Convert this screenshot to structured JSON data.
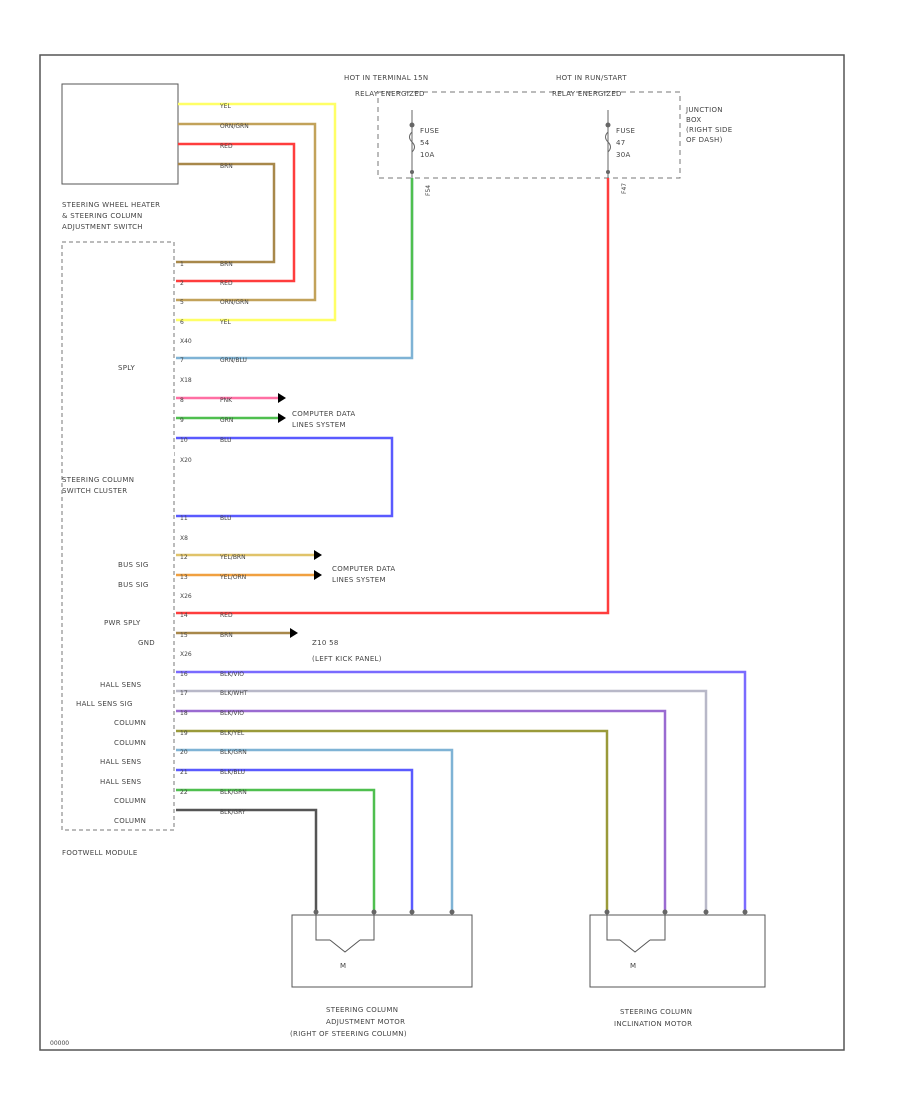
{
  "labels": {
    "hot_terminal": "HOT IN TERMINAL 15N",
    "relay_energized_1": "RELAY ENERGIZED",
    "hot_run_start": "HOT IN RUN/START",
    "relay_energized_2": "RELAY ENERGIZED",
    "junction_box_1": "JUNCTION",
    "junction_box_2": "BOX",
    "junction_box_3": "(RIGHT SIDE",
    "junction_box_4": "OF DASH)",
    "fuse1_a": "FUSE",
    "fuse1_b": "54",
    "fuse1_c": "10A",
    "fuse2_a": "FUSE",
    "fuse2_b": "47",
    "fuse2_c": "30A",
    "steer_wheel_1": "STEERING WHEEL HEATER",
    "steer_wheel_2": "& STEERING COLUMN",
    "steer_wheel_3": "ADJUSTMENT SWITCH",
    "sply": "SPLY",
    "cdl_1a": "COMPUTER DATA",
    "cdl_1b": "LINES SYSTEM",
    "switch_cluster_1": "STEERING COLUMN",
    "switch_cluster_2": "SWITCH CLUSTER",
    "bus_sig_1": "BUS SIG",
    "bus_sig_2": "BUS SIG",
    "cdl_2a": "COMPUTER DATA",
    "cdl_2b": "LINES SYSTEM",
    "pwr_sply": "PWR SPLY",
    "gnd": "GND",
    "ground_a": "Z10 58",
    "ground_b": "(LEFT KICK PANEL)",
    "hall_sens_1": "HALL SENS",
    "hall_sens_sig": "HALL SENS SIG",
    "column_1": "COLUMN",
    "column_2": "COLUMN",
    "hall_sens_2": "HALL SENS",
    "hall_sens_3": "HALL SENS",
    "column_3": "COLUMN",
    "column_4": "COLUMN",
    "footwell": "FOOTWELL MODULE",
    "motor1_a": "STEERING COLUMN",
    "motor1_b": "ADJUSTMENT MOTOR",
    "motor1_c": "(RIGHT OF STEERING COLUMN)",
    "motor2_a": "STEERING COLUMN",
    "motor2_b": "INCLINATION MOTOR",
    "motor_m1": "M",
    "motor_m2": "M",
    "corner_id": "00000",
    "w_yel": "YEL",
    "w_orn_grn": "ORN/GRN",
    "w_red": "RED",
    "w_brn": "BRN",
    "w_brn2": "BRN",
    "w_red2": "RED",
    "w_orn_grn2": "ORN/GRN",
    "w_yel2": "YEL",
    "w_grn_blu": "GRN/BLU",
    "w_pnk": "PNK",
    "w_grn": "GRN",
    "w_blu": "BLU",
    "w_blu2": "BLU",
    "w_yel_brn": "YEL/BRN",
    "w_yel_orn": "YEL/ORN",
    "w_red3": "RED",
    "w_brn3": "BRN",
    "w_blk_vio": "BLK/VIO",
    "w_blk_wht": "BLK/WHT",
    "w_blk_vio2": "BLK/VIO",
    "w_blk_yel": "BLK/YEL",
    "w_blk_grn": "BLK/GRN",
    "w_blk_blu": "BLK/BLU",
    "w_blk_grn2": "BLK/GRN",
    "w_blk_gry": "BLK/GRY",
    "pin_1": "1",
    "pin_2": "2",
    "pin_5": "5",
    "pin_6": "6",
    "pin_7": "7",
    "pin_8": "8",
    "pin_9": "9",
    "pin_10": "10",
    "pin_11": "11",
    "pin_12": "12",
    "pin_13": "13",
    "pin_14": "14",
    "pin_15": "15",
    "pin_16": "16",
    "pin_17": "17",
    "pin_18": "18",
    "pin_19": "19",
    "pin_20": "20",
    "pin_21": "21",
    "pin_22": "22",
    "conn_x8": "X8",
    "conn_x18": "X18",
    "conn_x20": "X20",
    "conn_x26": "X26",
    "conn_x26b": "X26",
    "conn_x40": "X40",
    "conn_f54": "F54",
    "conn_f47": "F47"
  },
  "colors": {
    "yellow": "#ffff66",
    "tan": "#c2a25a",
    "red": "#ff3d3d",
    "brown": "#a8884a",
    "green": "#4fbf4f",
    "light_blue": "#7fb3d5",
    "pink": "#ff6fa3",
    "blue": "#5a5aff",
    "violet": "#9a6bd1",
    "olive": "#9a9a3a",
    "gray": "#555555",
    "frame": "#555555"
  }
}
